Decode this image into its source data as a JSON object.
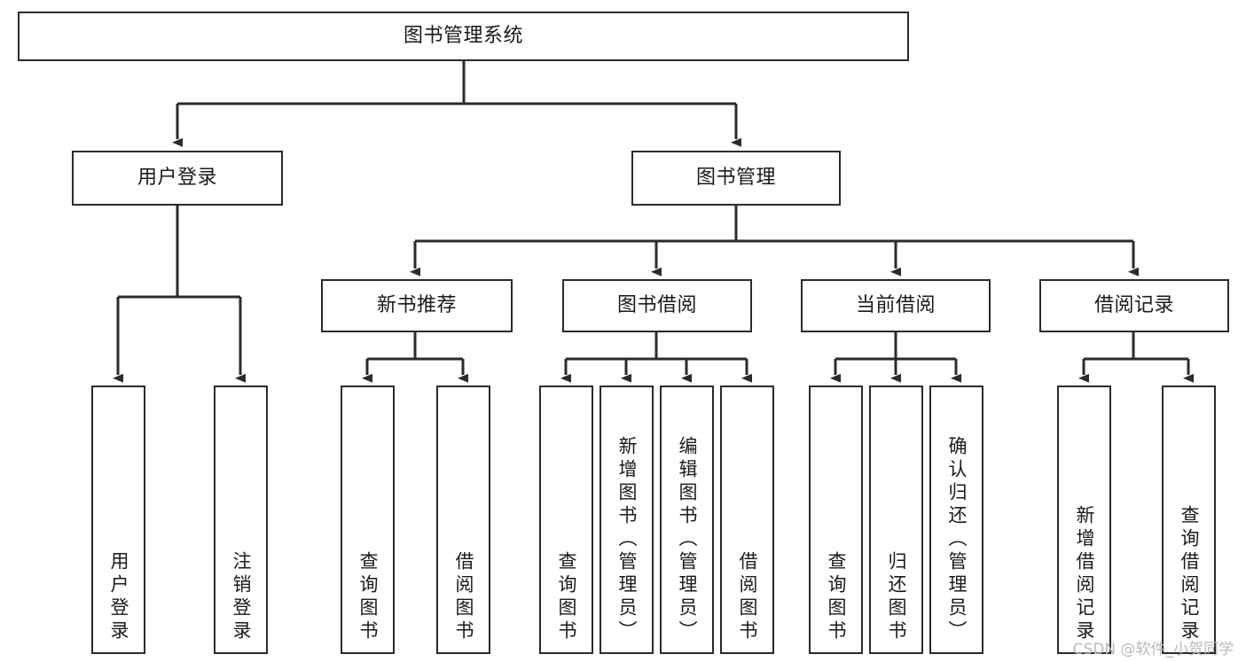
{
  "diagram": {
    "title_label": "图书管理系统",
    "style": {
      "line_color": "#2b2b2b",
      "box_fill": "#ffffff",
      "text_color": "#1a1a1a",
      "watermark_color": "#b9b9b9",
      "background": "#ffffff"
    },
    "levels": {
      "root": {
        "label": "图书管理系统"
      },
      "level2": [
        {
          "label": "用户登录"
        },
        {
          "label": "图书管理"
        }
      ],
      "level3": [
        {
          "label": "新书推荐"
        },
        {
          "label": "图书借阅"
        },
        {
          "label": "当前借阅"
        },
        {
          "label": "借阅记录"
        }
      ],
      "leaves_user_login": [
        {
          "label": "用户登录"
        },
        {
          "label": "注销登录"
        }
      ],
      "leaves_new_book": [
        {
          "label": "查询图书"
        },
        {
          "label": "借阅图书"
        }
      ],
      "leaves_borrow": [
        {
          "label": "查询图书"
        },
        {
          "label": "新增图书（管理员）"
        },
        {
          "label": "编辑图书（管理员）"
        },
        {
          "label": "借阅图书"
        }
      ],
      "leaves_current": [
        {
          "label": "查询图书"
        },
        {
          "label": "归还图书"
        },
        {
          "label": "确认归还（管理员）"
        }
      ],
      "leaves_records": [
        {
          "label": "新增借阅记录"
        },
        {
          "label": "查询借阅记录"
        }
      ]
    },
    "watermark": "CSDN @软件_小贺同学"
  }
}
